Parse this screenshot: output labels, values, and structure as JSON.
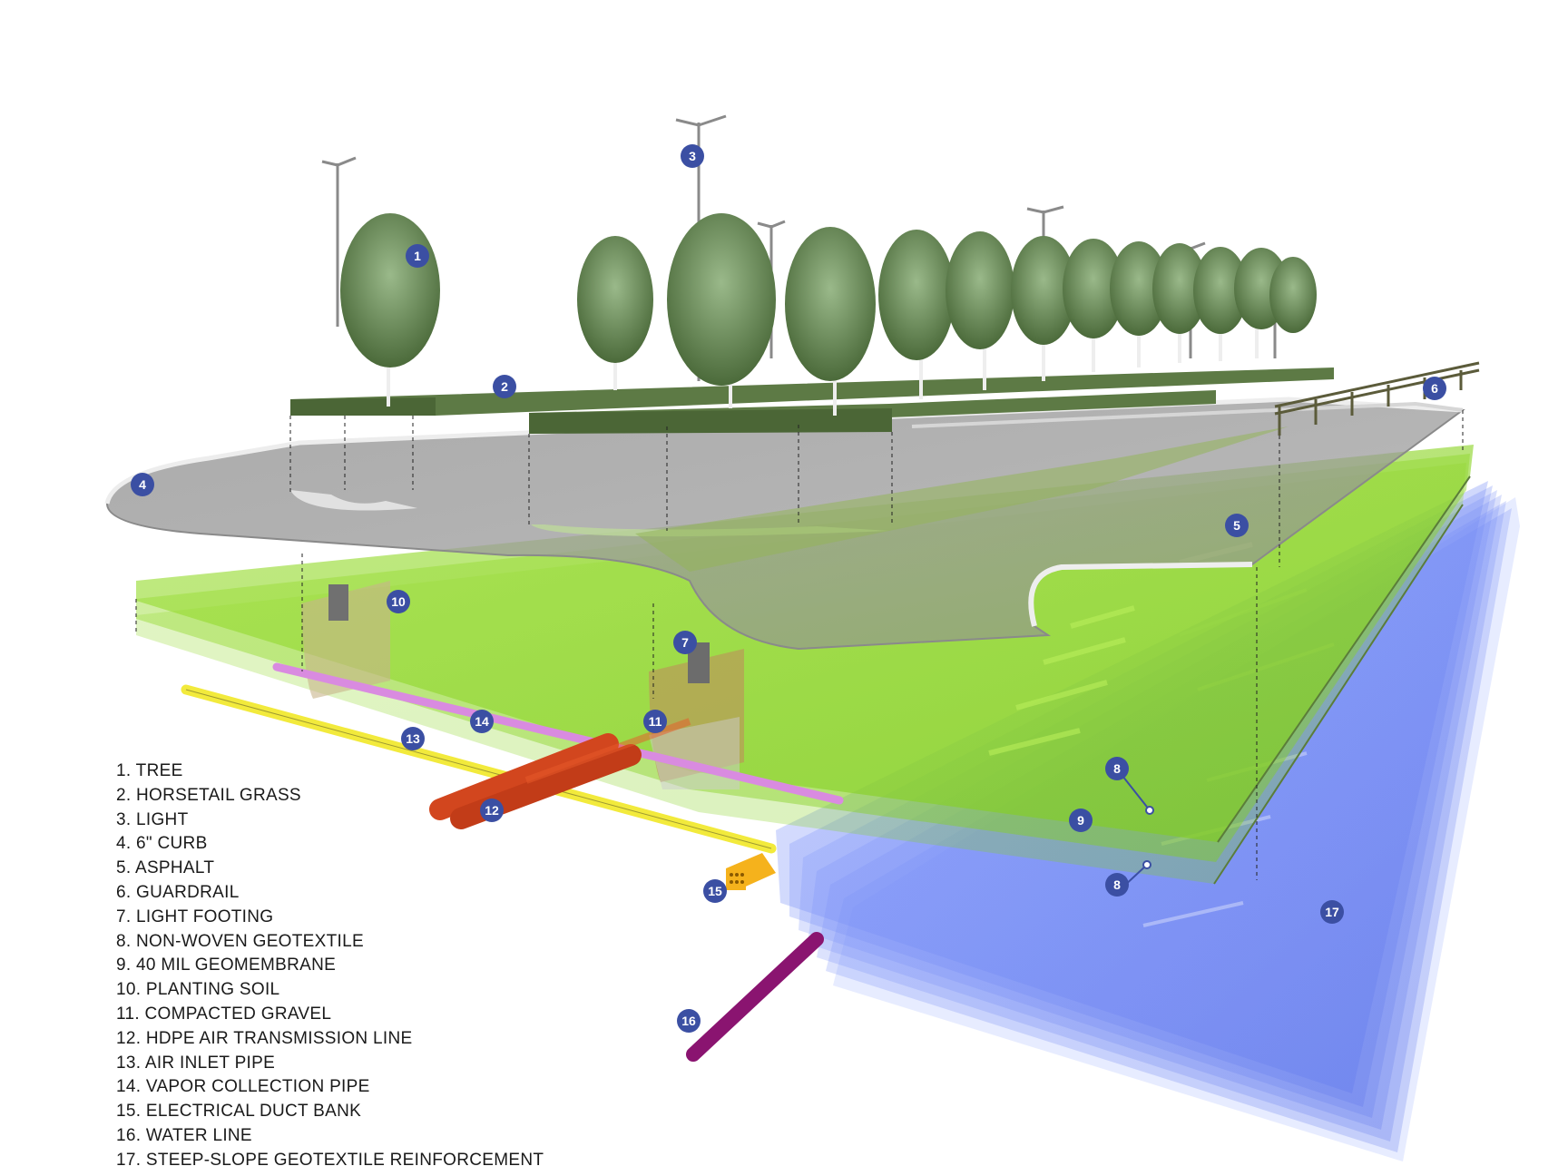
{
  "legend": [
    "1. TREE",
    "2. HORSETAIL GRASS",
    "3. LIGHT",
    "4. 6\" CURB",
    "5. ASPHALT",
    "6. GUARDRAIL",
    "7. LIGHT FOOTING",
    "8. NON-WOVEN GEOTEXTILE",
    "9. 40 MIL GEOMEMBRANE",
    "10. PLANTING SOIL",
    "11. COMPACTED GRAVEL",
    "12. HDPE AIR TRANSMISSION LINE",
    "13. AIR INLET PIPE",
    "14. VAPOR COLLECTION PIPE",
    "15. ELECTRICAL DUCT BANK",
    "16. WATER LINE",
    "17. STEEP-SLOPE GEOTEXTILE REINFORCEMENT"
  ],
  "callouts": [
    "1",
    "2",
    "3",
    "4",
    "5",
    "6",
    "7",
    "8",
    "8",
    "9",
    "10",
    "11",
    "12",
    "13",
    "14",
    "15",
    "16",
    "17"
  ],
  "colors": {
    "callout_fill": "#3b4fa3",
    "grass": "#5d7a45",
    "asphalt": "#9a9a9a",
    "soil_green": "#8fd42a",
    "geotextile_blue": "#6f86f0",
    "air_line": "#d2461e",
    "air_inlet": "#f2ea3c",
    "vapor_pipe": "#d98be0",
    "duct_bank": "#f5b21c",
    "water_line": "#8a1470"
  }
}
